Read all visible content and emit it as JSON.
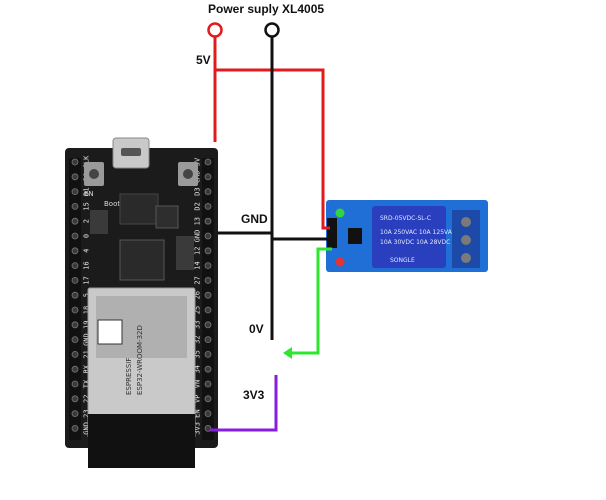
{
  "labels": {
    "title": "Power suply XL4005",
    "v5": "5V",
    "gnd": "GND",
    "v0": "0V",
    "v33": "3V3"
  },
  "board": {
    "left_pins": [
      "CLK",
      "D0",
      "D1",
      "15",
      "2",
      "0",
      "4",
      "16",
      "17",
      "5",
      "18",
      "19",
      "GND",
      "21",
      "RX",
      "TX",
      "22",
      "23",
      "GND"
    ],
    "right_pins": [
      "5V",
      "CMD",
      "D3",
      "D2",
      "13",
      "GND",
      "12",
      "14",
      "27",
      "26",
      "25",
      "33",
      "32",
      "35",
      "34",
      "VN",
      "VP",
      "EN",
      "3V3"
    ],
    "button_left": "EN",
    "button_right": "Boot",
    "module_lines": [
      "ESPRESSIF",
      "ESP32-WROOM-32D"
    ]
  },
  "relay": {
    "coil_lines": [
      "SRD-05VDC-SL-C",
      "10A 250VAC 10A 125VAC",
      "10A 30VDC 10A 28VDC"
    ],
    "brand": "SONGLE"
  },
  "colors": {
    "positive": "#e11b1b",
    "ground": "#111111",
    "signal": "#2ee62e",
    "supply_3v3": "#8a1be0",
    "pcb": "#1b1b1b",
    "relay_pcb": "#1f6fd6",
    "relay_coil": "#2a3fbd"
  }
}
